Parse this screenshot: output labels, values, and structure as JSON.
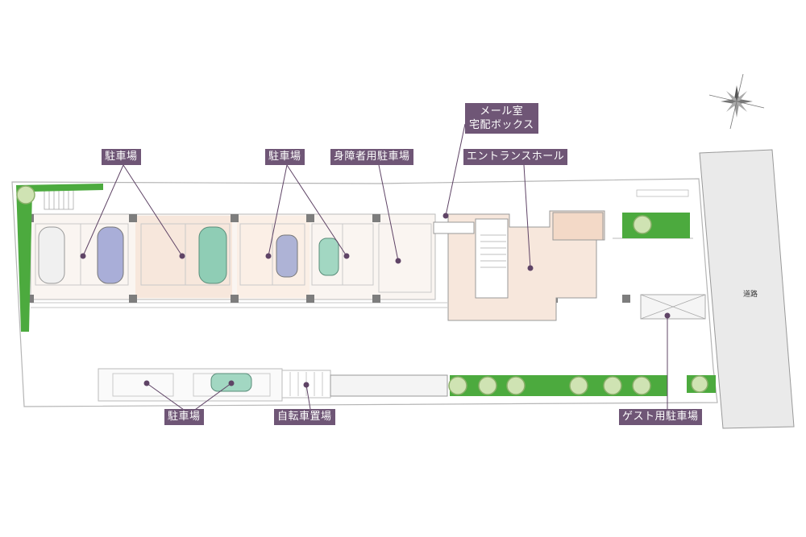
{
  "labels": {
    "parking_upper_left": "駐車場",
    "parking_upper_mid": "駐車場",
    "accessible_parking": "身障者用駐車場",
    "mail_room_line1": "メール室",
    "mail_room_line2": "宅配ボックス",
    "entrance_hall": "エントランスホール",
    "parking_lower": "駐車場",
    "bicycle_parking": "自転車置場",
    "guest_parking": "ゲスト用駐車場",
    "road": "道路"
  },
  "colors": {
    "label_bg": "#6f5676",
    "greenery": "#4caa3e",
    "floor_tint": "#f7e7dc",
    "pillar": "#7d7d7d",
    "road": "#eaeaea"
  },
  "icons": [
    "compass-rose-icon",
    "car-icon",
    "tree-icon"
  ]
}
